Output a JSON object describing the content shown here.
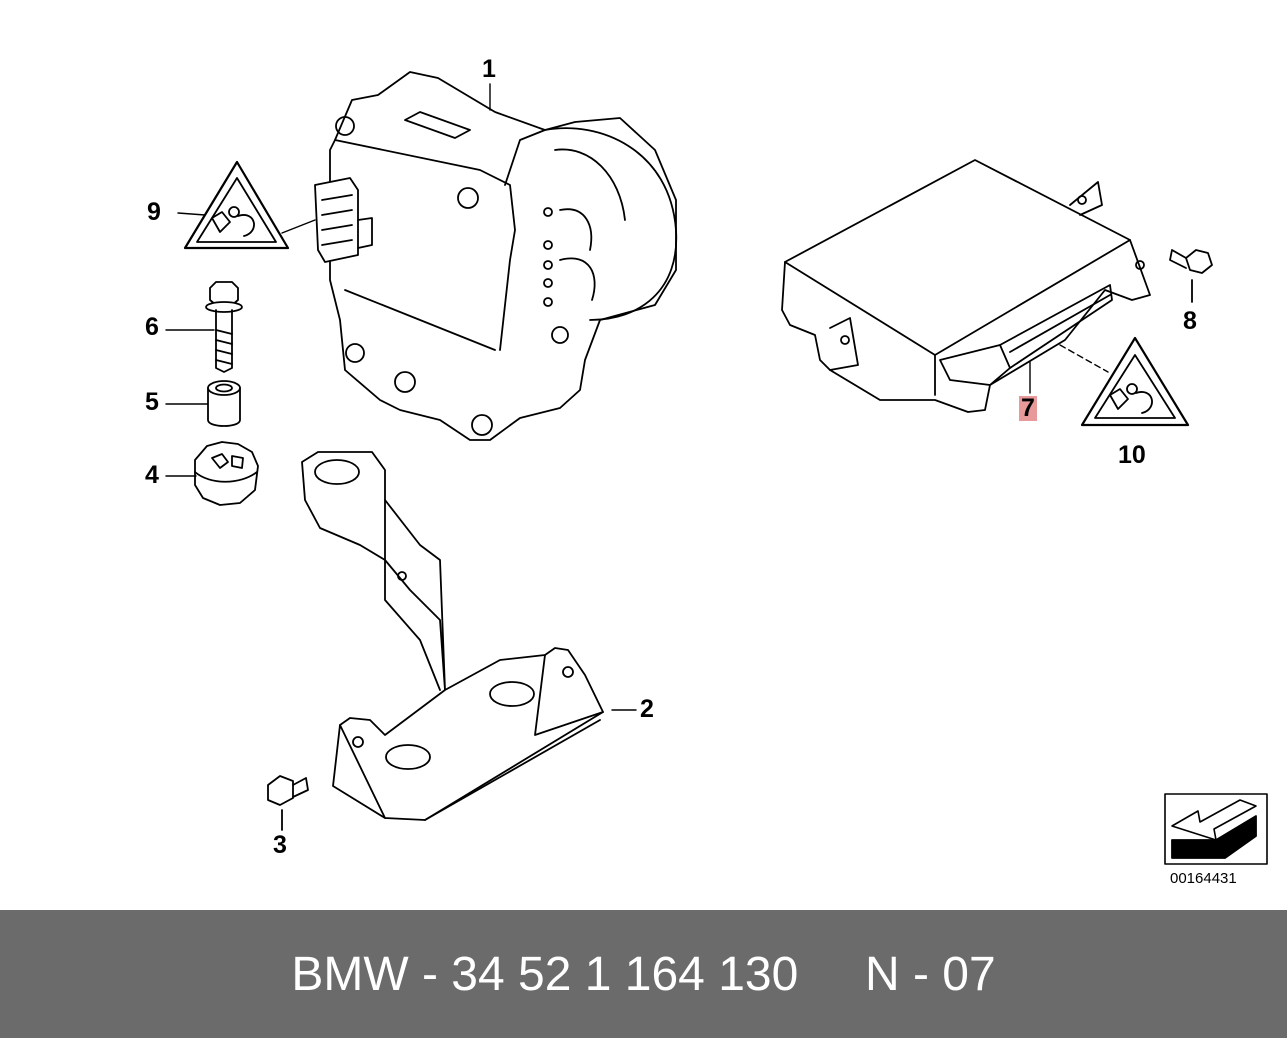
{
  "callouts": {
    "c1": "1",
    "c2": "2",
    "c3": "3",
    "c4": "4",
    "c5": "5",
    "c6": "6",
    "c7": "7",
    "c8": "8",
    "c9": "9",
    "c10": "10"
  },
  "reference_code": "00164431",
  "footer": "BMW - 34 52 1 164 130     N - 07",
  "colors": {
    "footer_bg": "#6b6b6b",
    "highlight": "#e89a9a"
  }
}
